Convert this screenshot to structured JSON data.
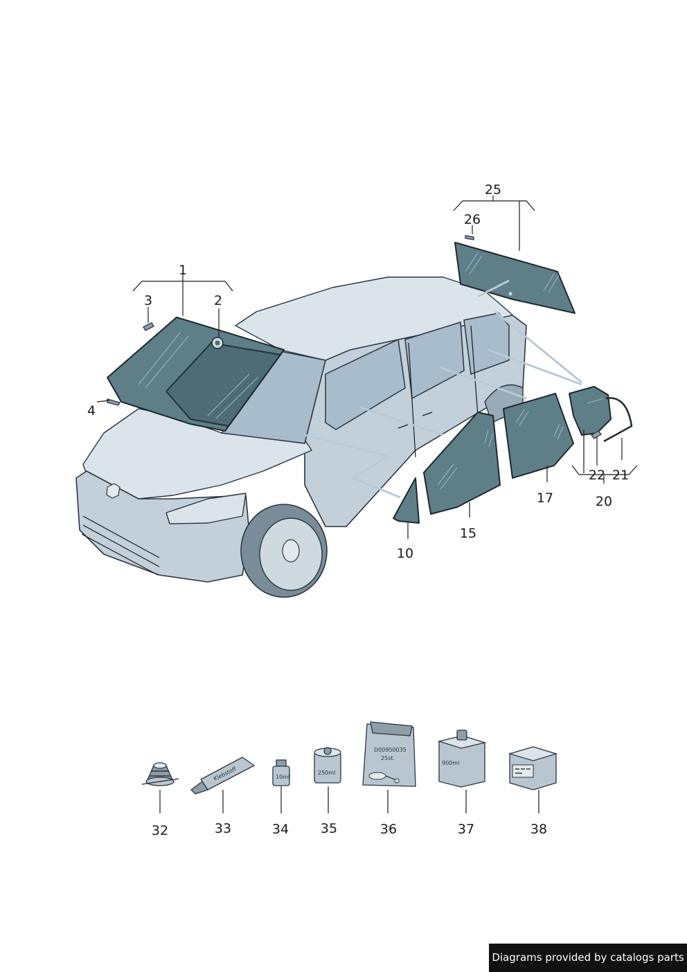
{
  "diagram": {
    "callouts": {
      "c1": "1",
      "c2": "2",
      "c3": "3",
      "c4": "4",
      "c10": "10",
      "c15": "15",
      "c17": "17",
      "c20": "20",
      "c21": "21",
      "c22": "22",
      "c25": "25",
      "c26": "26",
      "c32": "32",
      "c33": "33",
      "c34": "34",
      "c35": "35",
      "c36": "36",
      "c37": "37",
      "c38": "38"
    },
    "product_labels": {
      "tube": "Klebstoff",
      "bottle_small": "10ml",
      "can": "250ml",
      "bag_code": "D00950035",
      "bag_qty": "25st.",
      "canister": "900ml"
    }
  },
  "credit": {
    "text": "Diagrams provided by catalogs parts"
  },
  "colors": {
    "glass": "#5f7f88",
    "body": "#c3d0da",
    "outline": "#2a3440",
    "credit_bg": "#111111"
  }
}
